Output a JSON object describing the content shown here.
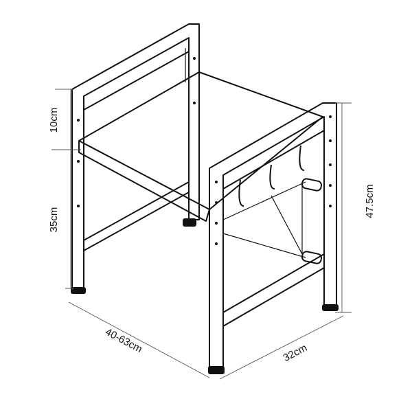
{
  "dimensions": {
    "top_section_height": "10cm",
    "lower_section_height": "35cm",
    "total_height": "47.5cm",
    "width": "40-63cm",
    "depth": "32cm"
  },
  "colors": {
    "line": "#111111",
    "dimension_line": "#555555",
    "background": "#ffffff"
  }
}
